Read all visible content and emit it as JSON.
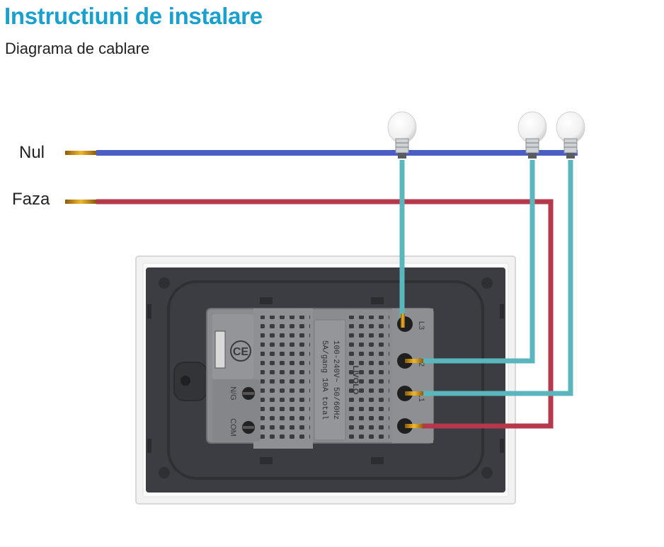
{
  "header": {
    "title": "Instructiuni de instalare",
    "subtitle": "Diagrama de cablare"
  },
  "wires": {
    "neutral_label": "Nul",
    "phase_label": "Faza"
  },
  "terminals": {
    "right": [
      "L3",
      "L2",
      "L1",
      ""
    ],
    "left": [
      "N/G",
      "COM"
    ]
  },
  "module_text": {
    "line1": "100-240V~ 50/60Hz",
    "line2": "5A/gang 10A total",
    "brand": "LIVOLO"
  },
  "colors": {
    "title": "#1aa0cf",
    "neutral_wire": "#4a5fc4",
    "phase_wire": "#b5394a",
    "load_wire": "#5ab5bd",
    "panel": "#3c3d42",
    "module": "#8b8c8f"
  },
  "icons": {
    "bulb": "light-bulb-icon",
    "ce_mark": "ce-mark-icon"
  }
}
